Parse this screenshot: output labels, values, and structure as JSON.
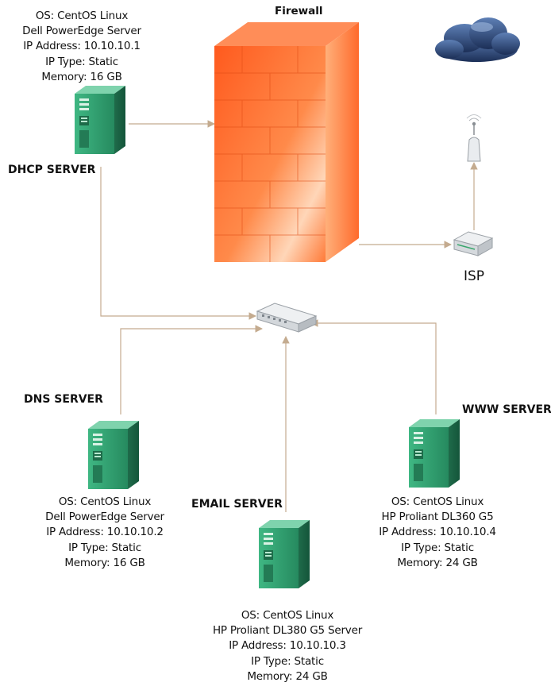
{
  "firewall": {
    "label": "Firewall"
  },
  "isp": {
    "label": "ISP"
  },
  "servers": {
    "dhcp": {
      "title": "DHCP SERVER",
      "os": "OS: CentOS Linux",
      "model": "Dell PowerEdge Server",
      "ip": "IP Address: 10.10.10.1",
      "ip_type": "IP Type: Static",
      "memory": "Memory: 16 GB"
    },
    "dns": {
      "title": "DNS SERVER",
      "os": "OS: CentOS Linux",
      "model": "Dell PowerEdge Server",
      "ip": "IP Address: 10.10.10.2",
      "ip_type": "IP Type: Static",
      "memory": "Memory: 16 GB"
    },
    "email": {
      "title": "EMAIL SERVER",
      "os": "OS: CentOS Linux",
      "model": "HP Proliant DL380 G5 Server",
      "ip": "IP Address: 10.10.10.3",
      "ip_type": "IP Type: Static",
      "memory": "Memory: 24 GB"
    },
    "www": {
      "title": "WWW SERVER",
      "os": "OS: CentOS Linux",
      "model": "HP Proliant DL360 G5",
      "ip": "IP Address: 10.10.10.4",
      "ip_type": "IP Type: Static",
      "memory": "Memory: 24 GB"
    }
  },
  "icons": {
    "server": "server-tower-icon",
    "firewall": "brick-wall-icon",
    "switch": "network-switch-icon",
    "router": "router-icon",
    "antenna": "antenna-icon",
    "cloud": "cloud-icon"
  },
  "colors": {
    "connector": "#c4ab8f",
    "server": "#2e9a6c",
    "firewall": "#ff6a2c"
  }
}
